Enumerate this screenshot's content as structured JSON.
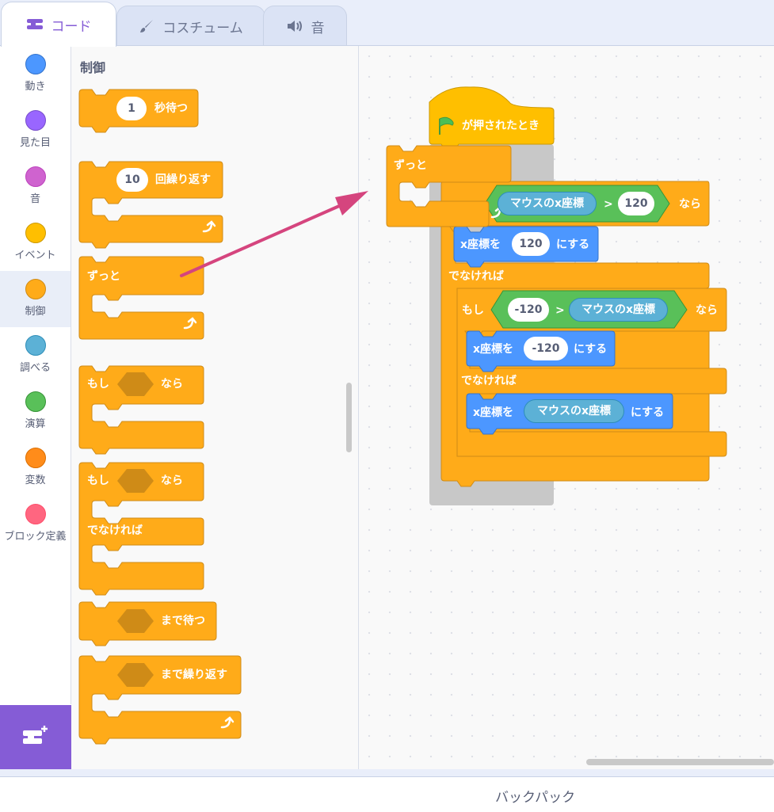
{
  "tabs": [
    {
      "label": "コード",
      "icon": "code-icon",
      "active": true
    },
    {
      "label": "コスチューム",
      "icon": "brush-icon",
      "active": false
    },
    {
      "label": "音",
      "icon": "speaker-icon",
      "active": false
    }
  ],
  "categories": [
    {
      "label": "動き",
      "color": "#4c97ff"
    },
    {
      "label": "見た目",
      "color": "#9966ff"
    },
    {
      "label": "音",
      "color": "#cf63cf"
    },
    {
      "label": "イベント",
      "color": "#ffbf00"
    },
    {
      "label": "制御",
      "color": "#ffab19",
      "selected": true
    },
    {
      "label": "調べる",
      "color": "#5cb1d6"
    },
    {
      "label": "演算",
      "color": "#59c059"
    },
    {
      "label": "変数",
      "color": "#ff8c1a"
    },
    {
      "label": "ブロック定義",
      "color": "#ff6680"
    }
  ],
  "palette": {
    "title": "制御",
    "wait": {
      "value": "1",
      "label": "秒待つ"
    },
    "repeat": {
      "value": "10",
      "label": "回繰り返す"
    },
    "forever": {
      "label": "ずっと"
    },
    "if": {
      "if_label": "もし",
      "then_label": "なら"
    },
    "if_else": {
      "if_label": "もし",
      "then_label": "なら",
      "else_label": "でなければ"
    },
    "wait_until": {
      "label": "まで待つ"
    },
    "repeat_until": {
      "label": "まで繰り返す"
    }
  },
  "script": {
    "hat": {
      "label": "が押されたとき"
    },
    "dragged_forever": {
      "label": "ずっと"
    },
    "if1": {
      "reporter": "マウスのx座標",
      "op": ">",
      "value": "120",
      "then_label": "なら"
    },
    "set1": {
      "label": "x座標を",
      "value": "120",
      "suffix": "にする"
    },
    "else1": {
      "label": "でなければ"
    },
    "if2": {
      "if_label": "もし",
      "value": "-120",
      "op": ">",
      "reporter": "マウスのx座標",
      "then_label": "なら"
    },
    "set2": {
      "label": "x座標を",
      "value": "-120",
      "suffix": "にする"
    },
    "else2": {
      "label": "でなければ"
    },
    "set3": {
      "label": "x座標を",
      "reporter": "マウスのx座標",
      "suffix": "にする"
    }
  },
  "backpack": {
    "label": "バックパック"
  },
  "colors": {
    "control": "#ffab19",
    "control_dark": "#cf8b17",
    "events": "#ffbf00",
    "motion": "#4c97ff",
    "operators": "#59c059",
    "sensing": "#5cb1d6",
    "accent": "#855cd6",
    "arrow": "#d5457e"
  }
}
